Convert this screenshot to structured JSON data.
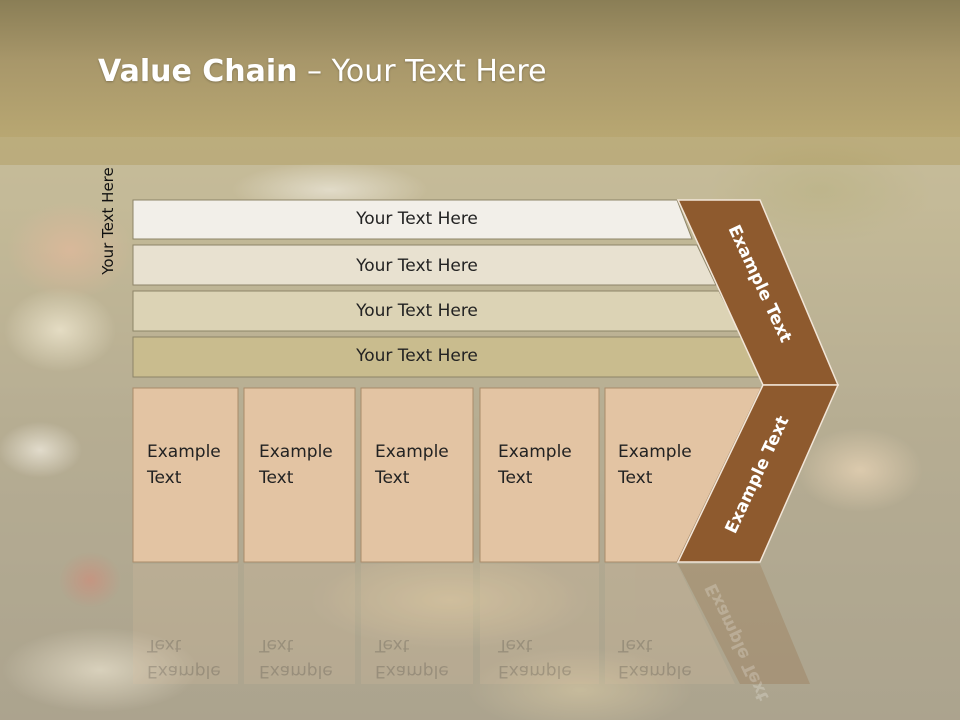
{
  "title": {
    "bold": "Value Chain",
    "rest": " – Your Text Here"
  },
  "side_label": "Your Text Here",
  "bars": [
    {
      "label": "Your Text Here",
      "fill": "#f2efe9"
    },
    {
      "label": "Your Text Here",
      "fill": "#e8e1d0"
    },
    {
      "label": "Your Text Here",
      "fill": "#dcd3b5"
    },
    {
      "label": "Your Text Here",
      "fill": "#c9bc8e"
    }
  ],
  "boxes": [
    {
      "line1": "Example",
      "line2": "Text"
    },
    {
      "line1": "Example",
      "line2": "Text"
    },
    {
      "line1": "Example",
      "line2": "Text"
    },
    {
      "line1": "Example",
      "line2": "Text"
    },
    {
      "line1": "Example",
      "line2": "Text"
    }
  ],
  "chevron_top_label": "Example Text",
  "chevron_bottom_label": "Example Text",
  "colors": {
    "chevron": "#8e5a2e",
    "box": "#e3c4a3",
    "box_border": "#a98b6a",
    "bar_border": "#8d8468"
  }
}
